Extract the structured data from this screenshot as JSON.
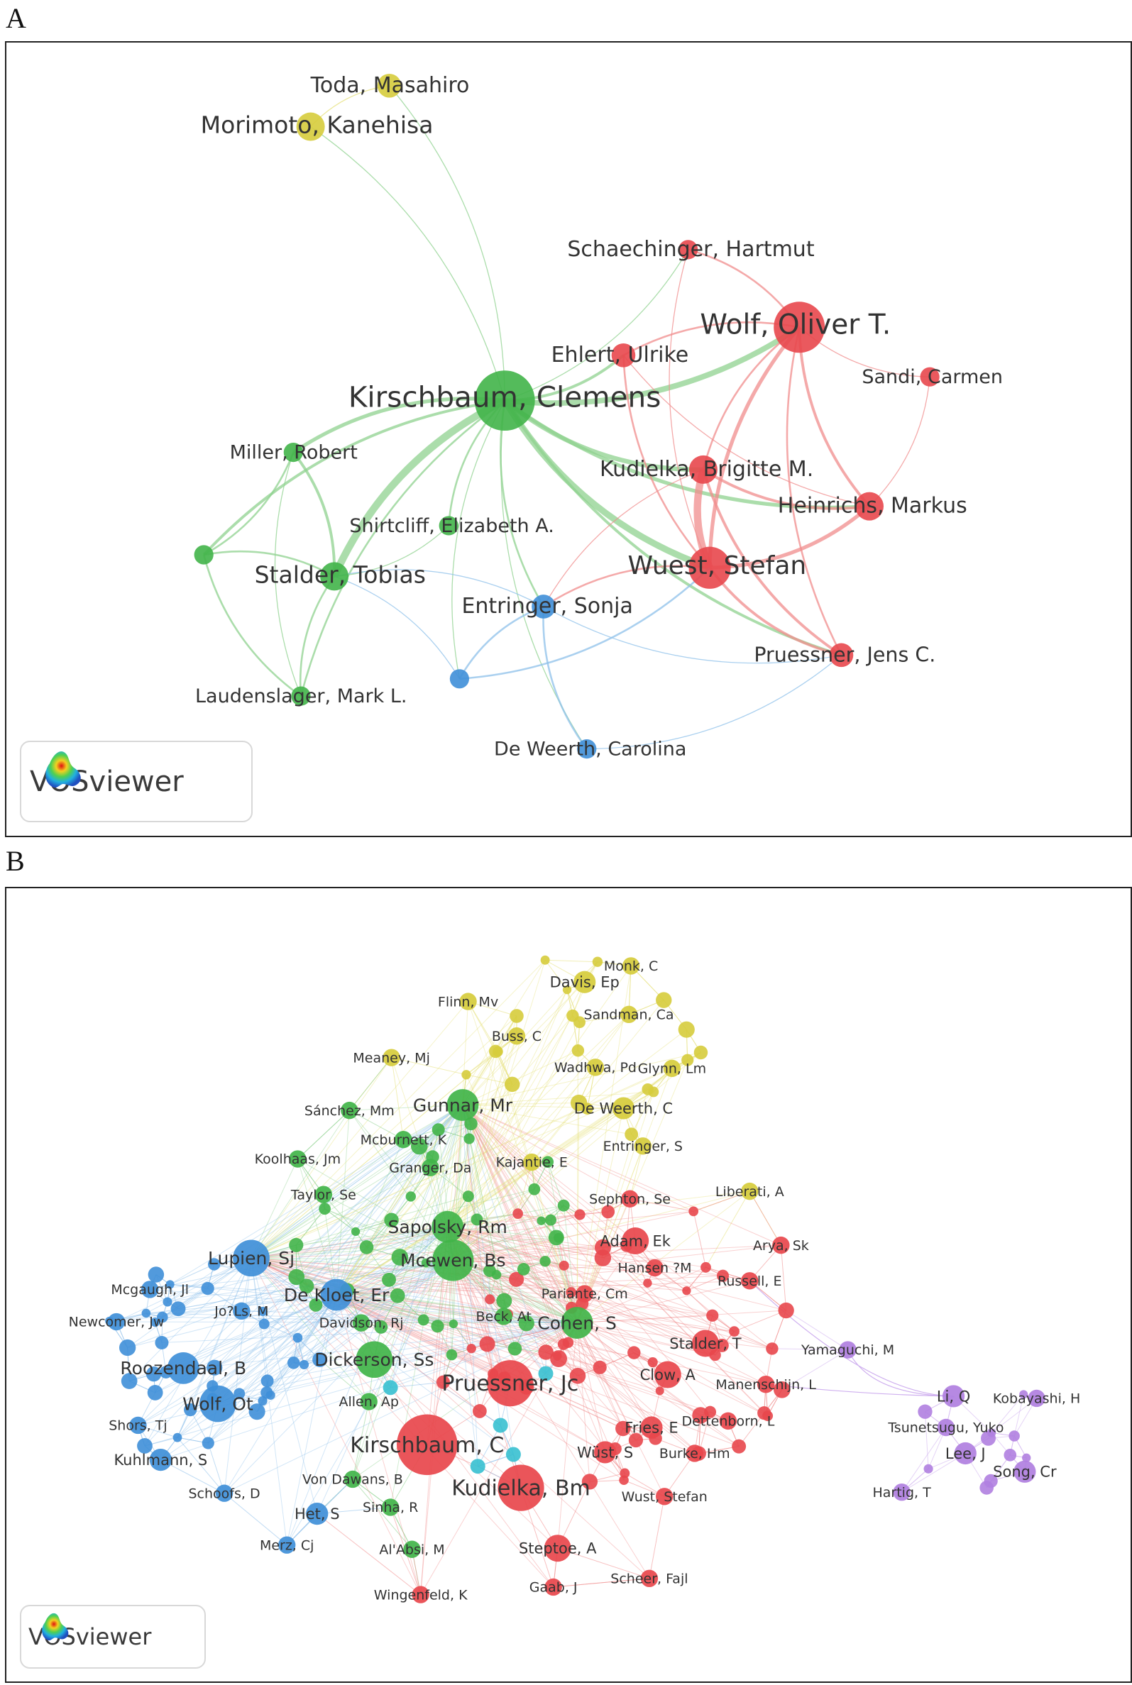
{
  "panel_a": {
    "letter": "A",
    "logo_text": "VOSviewer",
    "nodes": [
      {
        "id": "toda",
        "label": "Toda, Masahiro",
        "c": "yellow",
        "s": 4
      },
      {
        "id": "morimoto",
        "label": "Morimoto, Kanehisa",
        "c": "yellow",
        "s": 5
      },
      {
        "id": "schaechinger",
        "label": "Schaechinger, Hartmut",
        "c": "red",
        "s": 3
      },
      {
        "id": "wolf",
        "label": "Wolf, Oliver T.",
        "c": "red",
        "s": 10
      },
      {
        "id": "ehlert",
        "label": "Ehlert, Ulrike",
        "c": "red",
        "s": 4
      },
      {
        "id": "sandi",
        "label": "Sandi, Carmen",
        "c": "red",
        "s": 3
      },
      {
        "id": "kirschbaum",
        "label": "Kirschbaum, Clemens",
        "c": "green",
        "s": 12
      },
      {
        "id": "miller",
        "label": "Miller, Robert",
        "c": "green",
        "s": 3
      },
      {
        "id": "kudielka",
        "label": "Kudielka, Brigitte M.",
        "c": "red",
        "s": 5
      },
      {
        "id": "heinrichs",
        "label": "Heinrichs, Markus",
        "c": "red",
        "s": 5
      },
      {
        "id": "shirtcliff",
        "label": "Shirtcliff, Elizabeth A.",
        "c": "green",
        "s": 3
      },
      {
        "id": "g_unlabeled",
        "label": "",
        "c": "green",
        "s": 3
      },
      {
        "id": "stalder",
        "label": "Stalder, Tobias",
        "c": "green",
        "s": 5
      },
      {
        "id": "wuest",
        "label": "Wuest, Stefan",
        "c": "red",
        "s": 8
      },
      {
        "id": "entringer",
        "label": "Entringer, Sonja",
        "c": "blue",
        "s": 4
      },
      {
        "id": "b_unlabeled",
        "label": "",
        "c": "blue",
        "s": 3
      },
      {
        "id": "pruessner",
        "label": "Pruessner, Jens C.",
        "c": "red",
        "s": 4
      },
      {
        "id": "laudenslager",
        "label": "Laudenslager, Mark L.",
        "c": "green",
        "s": 3
      },
      {
        "id": "deweerth",
        "label": "De Weerth, Carolina",
        "c": "blue",
        "s": 3
      }
    ],
    "edges": [
      [
        "kirschbaum",
        "wolf",
        6
      ],
      [
        "kirschbaum",
        "wuest",
        7
      ],
      [
        "kirschbaum",
        "stalder",
        8
      ],
      [
        "kirschbaum",
        "kudielka",
        5
      ],
      [
        "kirschbaum",
        "miller",
        4
      ],
      [
        "kirschbaum",
        "ehlert",
        3
      ],
      [
        "kirschbaum",
        "entringer",
        2
      ],
      [
        "kirschbaum",
        "heinrichs",
        4
      ],
      [
        "kirschbaum",
        "g_unlabeled",
        3
      ],
      [
        "kirschbaum",
        "shirtcliff",
        2
      ],
      [
        "kirschbaum",
        "laudenslager",
        2
      ],
      [
        "kirschbaum",
        "morimoto",
        1
      ],
      [
        "kirschbaum",
        "toda",
        1
      ],
      [
        "kirschbaum",
        "pruessner",
        3
      ],
      [
        "kirschbaum",
        "deweerth",
        1
      ],
      [
        "kirschbaum",
        "schaechinger",
        1
      ],
      [
        "kirschbaum",
        "b_unlabeled",
        1
      ],
      [
        "toda",
        "morimoto",
        1
      ],
      [
        "wolf",
        "wuest",
        4
      ],
      [
        "wolf",
        "kudielka",
        2
      ],
      [
        "wolf",
        "ehlert",
        2
      ],
      [
        "wolf",
        "heinrichs",
        3
      ],
      [
        "wolf",
        "sandi",
        1
      ],
      [
        "wolf",
        "schaechinger",
        2
      ],
      [
        "wolf",
        "pruessner",
        2
      ],
      [
        "kudielka",
        "wuest",
        8
      ],
      [
        "kudielka",
        "heinrichs",
        3
      ],
      [
        "kudielka",
        "pruessner",
        3
      ],
      [
        "wuest",
        "heinrichs",
        4
      ],
      [
        "wuest",
        "pruessner",
        3
      ],
      [
        "wuest",
        "entringer",
        2
      ],
      [
        "heinrichs",
        "sandi",
        1
      ],
      [
        "ehlert",
        "heinrichs",
        1
      ],
      [
        "ehlert",
        "wuest",
        2
      ],
      [
        "schaechinger",
        "wuest",
        1
      ],
      [
        "entringer",
        "deweerth",
        2
      ],
      [
        "entringer",
        "b_unlabeled",
        2
      ],
      [
        "b_unlabeled",
        "wuest",
        2
      ],
      [
        "b_unlabeled",
        "stalder",
        1
      ],
      [
        "stalder",
        "miller",
        3
      ],
      [
        "stalder",
        "g_unlabeled",
        2
      ],
      [
        "stalder",
        "laudenslager",
        2
      ],
      [
        "stalder",
        "shirtcliff",
        1
      ],
      [
        "g_unlabeled",
        "laudenslager",
        2
      ],
      [
        "g_unlabeled",
        "miller",
        2
      ],
      [
        "miller",
        "laudenslager",
        1
      ],
      [
        "entringer",
        "pruessner",
        1
      ],
      [
        "deweerth",
        "pruessner",
        1
      ],
      [
        "entringer",
        "stalder",
        1
      ],
      [
        "kudielka",
        "entringer",
        1
      ]
    ]
  },
  "panel_b": {
    "letter": "B",
    "logo_text": "VOSviewer",
    "labels": [
      {
        "t": "Monk, C",
        "c": "yellow",
        "s": 3
      },
      {
        "t": "Davis, Ep",
        "c": "yellow",
        "s": 4
      },
      {
        "t": "Flinn, Mv",
        "c": "yellow",
        "s": 3
      },
      {
        "t": "Sandman, Ca",
        "c": "yellow",
        "s": 3
      },
      {
        "t": "Buss, C",
        "c": "yellow",
        "s": 3
      },
      {
        "t": "Meaney, Mj",
        "c": "yellow",
        "s": 3
      },
      {
        "t": "Wadhwa, Pd",
        "c": "yellow",
        "s": 3
      },
      {
        "t": "Glynn, Lm",
        "c": "yellow",
        "s": 3
      },
      {
        "t": "Gunnar, Mr",
        "c": "green",
        "s": 6
      },
      {
        "t": "Sánchez, Mm",
        "c": "green",
        "s": 3
      },
      {
        "t": "De Weerth, C",
        "c": "yellow",
        "s": 4
      },
      {
        "t": "Mcburnett, K",
        "c": "green",
        "s": 3
      },
      {
        "t": "Entringer, S",
        "c": "yellow",
        "s": 3
      },
      {
        "t": "Koolhaas, Jm",
        "c": "green",
        "s": 3
      },
      {
        "t": "Granger, Da",
        "c": "green",
        "s": 3
      },
      {
        "t": "Kajantie, E",
        "c": "yellow",
        "s": 3
      },
      {
        "t": "Taylor, Se",
        "c": "green",
        "s": 3
      },
      {
        "t": "Sephton, Se",
        "c": "red",
        "s": 3
      },
      {
        "t": "Liberati, A",
        "c": "yellow",
        "s": 3
      },
      {
        "t": "Sapolsky, Rm",
        "c": "green",
        "s": 6
      },
      {
        "t": "Adam, Ek",
        "c": "red",
        "s": 5
      },
      {
        "t": "Arya, Sk",
        "c": "red",
        "s": 3
      },
      {
        "t": "Lupien, Sj",
        "c": "blue",
        "s": 7
      },
      {
        "t": "Mcewen, Bs",
        "c": "green",
        "s": 8
      },
      {
        "t": "Hansen ?M",
        "c": "red",
        "s": 3
      },
      {
        "t": "Russell, E",
        "c": "red",
        "s": 3
      },
      {
        "t": "Mcgaugh, Jl",
        "c": "blue",
        "s": 3
      },
      {
        "t": "De Kloet, Er",
        "c": "blue",
        "s": 6
      },
      {
        "t": "Pariante, Cm",
        "c": "red",
        "s": 3
      },
      {
        "t": "Jo?Ls, M",
        "c": "blue",
        "s": 3
      },
      {
        "t": "Newcomer, Jw",
        "c": "blue",
        "s": 3
      },
      {
        "t": "Davidson, Rj",
        "c": "green",
        "s": 3
      },
      {
        "t": "Beck, At",
        "c": "green",
        "s": 3
      },
      {
        "t": "Cohen, S",
        "c": "green",
        "s": 6
      },
      {
        "t": "Stalder, T",
        "c": "red",
        "s": 5
      },
      {
        "t": "Yamaguchi, M",
        "c": "purple",
        "s": 3
      },
      {
        "t": "Roozendaal, B",
        "c": "blue",
        "s": 6
      },
      {
        "t": "Dickerson, Ss",
        "c": "green",
        "s": 7
      },
      {
        "t": "Clow, A",
        "c": "red",
        "s": 5
      },
      {
        "t": "Pruessner, Jc",
        "c": "red",
        "s": 9
      },
      {
        "t": "Manenschijn, L",
        "c": "red",
        "s": 3
      },
      {
        "t": "Wolf, Ot",
        "c": "blue",
        "s": 7
      },
      {
        "t": "Allen, Ap",
        "c": "green",
        "s": 3
      },
      {
        "t": "Li, Q",
        "c": "purple",
        "s": 4
      },
      {
        "t": "Kobayashi, H",
        "c": "purple",
        "s": 3
      },
      {
        "t": "Shors, Tj",
        "c": "blue",
        "s": 3
      },
      {
        "t": "Fries, E",
        "c": "red",
        "s": 4
      },
      {
        "t": "Dettenborn, L",
        "c": "red",
        "s": 3
      },
      {
        "t": "Tsunetsugu, Yuko",
        "c": "purple",
        "s": 3
      },
      {
        "t": "Kirschbaum, C",
        "c": "red",
        "s": 12
      },
      {
        "t": "Kuhlmann, S",
        "c": "blue",
        "s": 4
      },
      {
        "t": "Wüst, S",
        "c": "red",
        "s": 4
      },
      {
        "t": "Burke, Hm",
        "c": "red",
        "s": 3
      },
      {
        "t": "Lee, J",
        "c": "purple",
        "s": 4
      },
      {
        "t": "Song, Cr",
        "c": "purple",
        "s": 4
      },
      {
        "t": "Von Dawans, B",
        "c": "green",
        "s": 3
      },
      {
        "t": "Kudielka, Bm",
        "c": "red",
        "s": 9
      },
      {
        "t": "Schoofs, D",
        "c": "blue",
        "s": 3
      },
      {
        "t": "Wust, Stefan",
        "c": "red",
        "s": 3
      },
      {
        "t": "Hartig, T",
        "c": "purple",
        "s": 3
      },
      {
        "t": "Sinha, R",
        "c": "green",
        "s": 3
      },
      {
        "t": "Het, S",
        "c": "blue",
        "s": 4
      },
      {
        "t": "Merz, Cj",
        "c": "blue",
        "s": 3
      },
      {
        "t": "Al'Absi, M",
        "c": "green",
        "s": 3
      },
      {
        "t": "Steptoe, A",
        "c": "red",
        "s": 5
      },
      {
        "t": "Scheer, Fajl",
        "c": "red",
        "s": 3
      },
      {
        "t": "Gaab, J",
        "c": "red",
        "s": 3
      },
      {
        "t": "Wingenfeld, K",
        "c": "red",
        "s": 3
      }
    ]
  },
  "colors": {
    "red": "#e8474c",
    "green": "#41b449",
    "blue": "#3f8fd8",
    "yellow": "#d6cc3c",
    "purple": "#b07fe0",
    "cyan": "#37c0d0",
    "red_edge": "#f08c8c",
    "green_edge": "#8fd18f",
    "blue_edge": "#8ec0ea",
    "yellow_edge": "#e6e07a",
    "purple_edge": "#cfb0ef"
  }
}
